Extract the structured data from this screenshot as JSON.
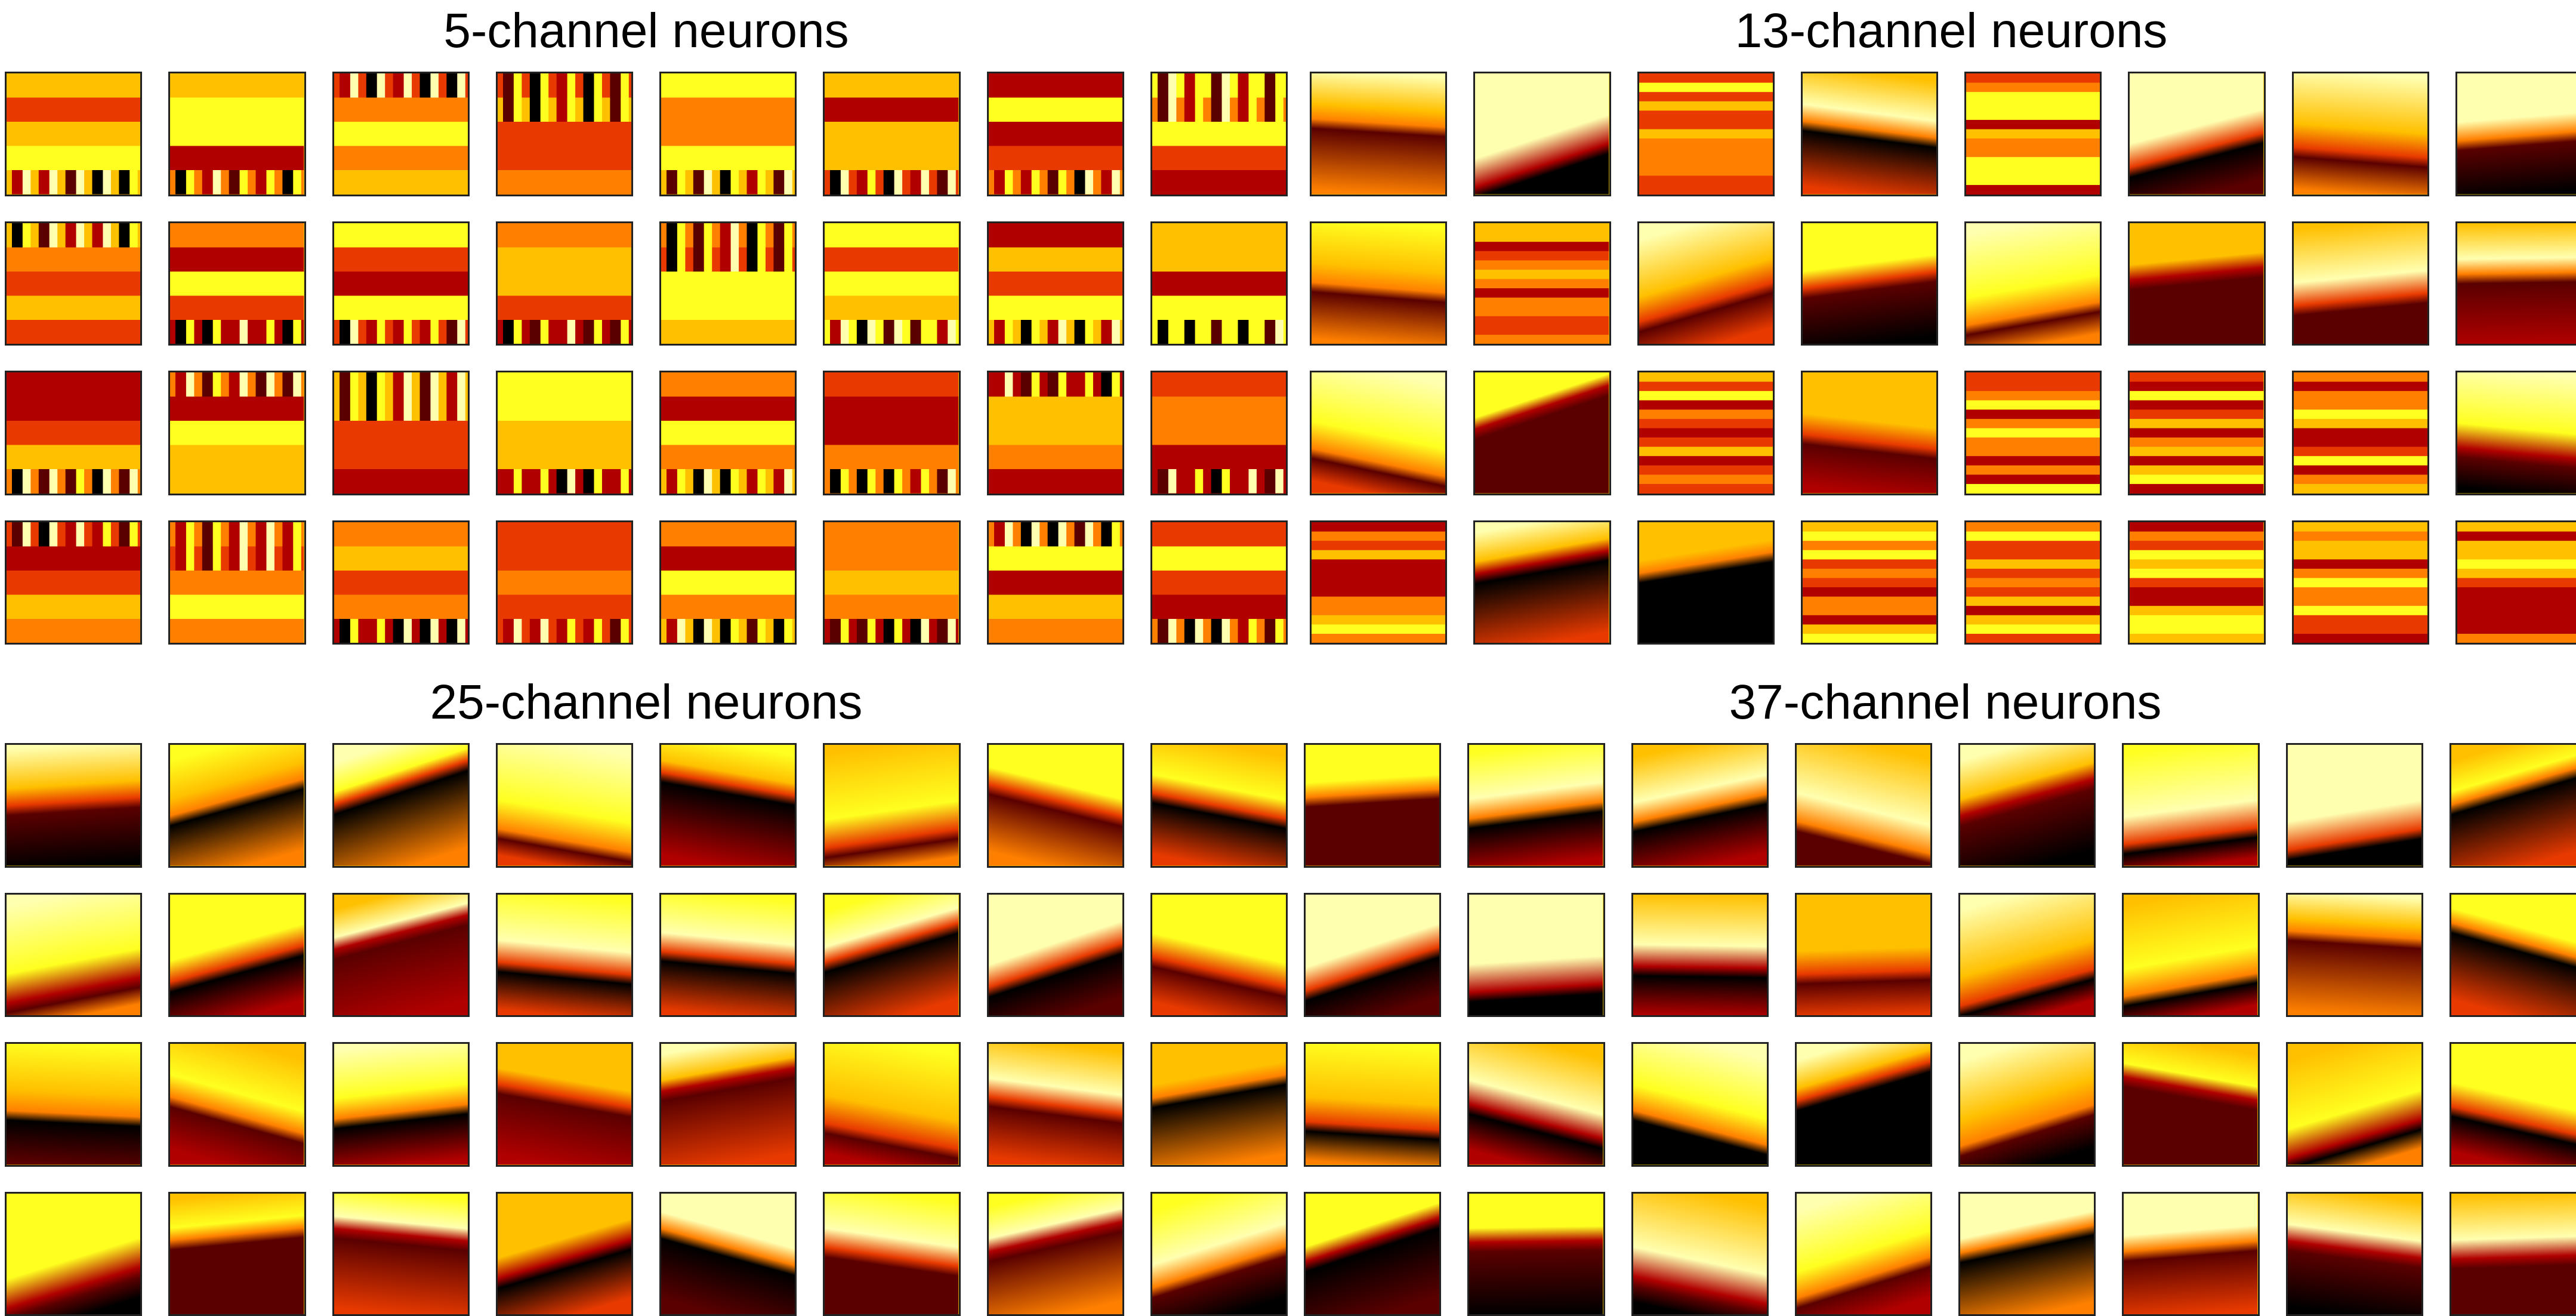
{
  "figure": {
    "panels": [
      {
        "id": "p5",
        "title": "5-channel neurons",
        "rows": 4,
        "cols": 8,
        "style": "bands5"
      },
      {
        "id": "p13",
        "title": "13-channel neurons",
        "rows": 4,
        "cols": 8,
        "style": "bands13"
      },
      {
        "id": "p25",
        "title": "25-channel neurons",
        "rows": 4,
        "cols": 8,
        "style": "smooth"
      },
      {
        "id": "p37",
        "title": "37-channel neurons",
        "rows": 4,
        "cols": 8,
        "style": "smooth2"
      }
    ],
    "colormap": [
      "#000000",
      "#5a0000",
      "#b00000",
      "#e83a00",
      "#ff8000",
      "#ffc000",
      "#ffff20",
      "#ffffb0"
    ]
  }
}
